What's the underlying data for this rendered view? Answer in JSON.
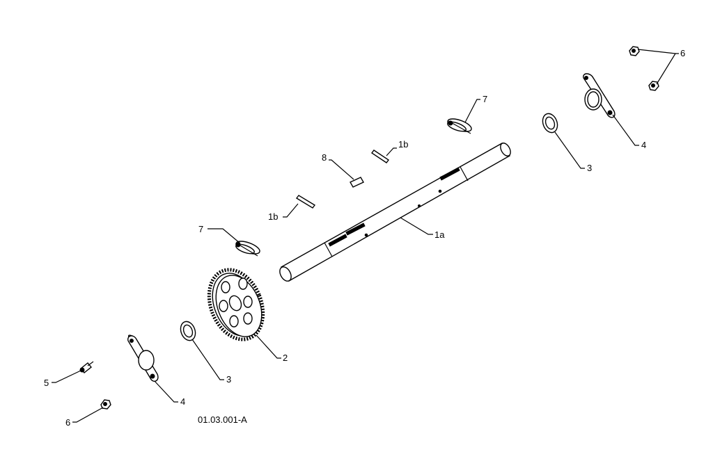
{
  "figure_id": "01.03.001-A",
  "callouts": {
    "c1a": "1a",
    "c1b_upper": "1b",
    "c1b_lower": "1b",
    "c2": "2",
    "c3_right": "3",
    "c3_left": "3",
    "c4_right": "4",
    "c4_left": "4",
    "c5": "5",
    "c6_right": "6",
    "c6_left": "6",
    "c7_upper": "7",
    "c7_lower": "7",
    "c8": "8"
  }
}
